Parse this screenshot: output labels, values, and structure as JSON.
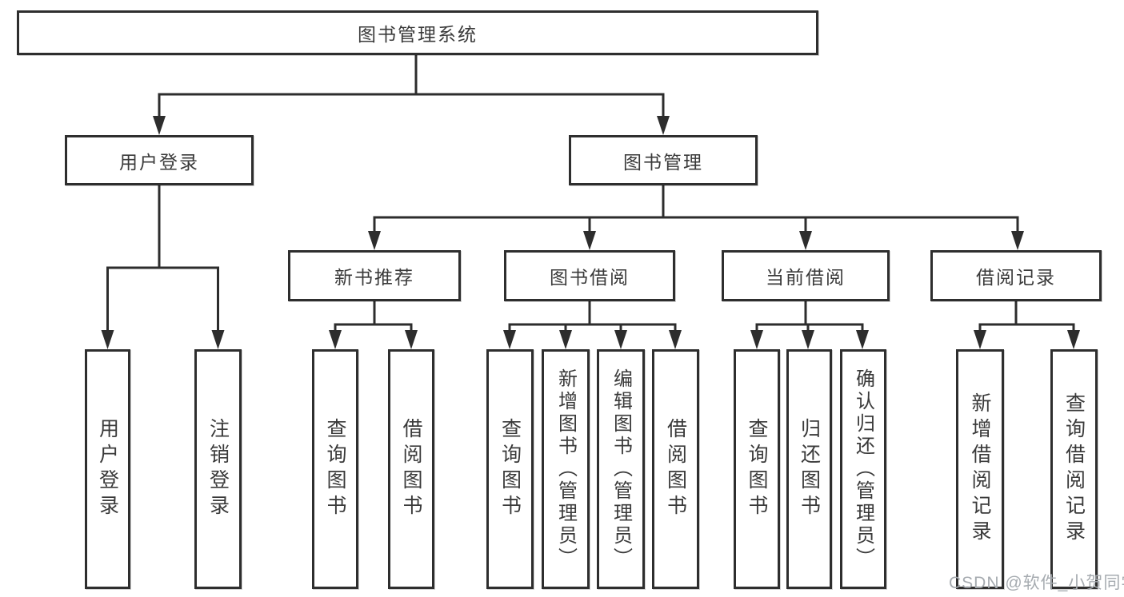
{
  "nodes": {
    "root": "图书管理系统",
    "user_login": "用户登录",
    "book_mgmt": "图书管理",
    "new_book": "新书推荐",
    "borrow": "图书借阅",
    "current": "当前借阅",
    "records": "借阅记录",
    "leaf_login": "用户登录",
    "leaf_logout": "注销登录",
    "leaf_nb_query": "查询图书",
    "leaf_nb_borrow": "借阅图书",
    "leaf_bb_query": "查询图书",
    "leaf_bb_add": "新增图书（管理员）",
    "leaf_bb_edit": "编辑图书（管理员）",
    "leaf_bb_borrow": "借阅图书",
    "leaf_cb_query": "查询图书",
    "leaf_cb_return": "归还图书",
    "leaf_cb_confirm": "确认归还（管理员）",
    "leaf_br_add": "新增借阅记录",
    "leaf_br_query": "查询借阅记录"
  },
  "hierarchy": {
    "图书管理系统": {
      "用户登录": [
        "用户登录",
        "注销登录"
      ],
      "图书管理": {
        "新书推荐": [
          "查询图书",
          "借阅图书"
        ],
        "图书借阅": [
          "查询图书",
          "新增图书（管理员）",
          "编辑图书（管理员）",
          "借阅图书"
        ],
        "当前借阅": [
          "查询图书",
          "归还图书",
          "确认归还（管理员）"
        ],
        "借阅记录": [
          "新增借阅记录",
          "查询借阅记录"
        ]
      }
    }
  },
  "watermark": "CSDN @软件_小贺同学",
  "colors": {
    "line": "#2d2d2d",
    "text": "#3a3a3a",
    "box_background": "#ffffff",
    "watermark": "#a6abb0"
  }
}
